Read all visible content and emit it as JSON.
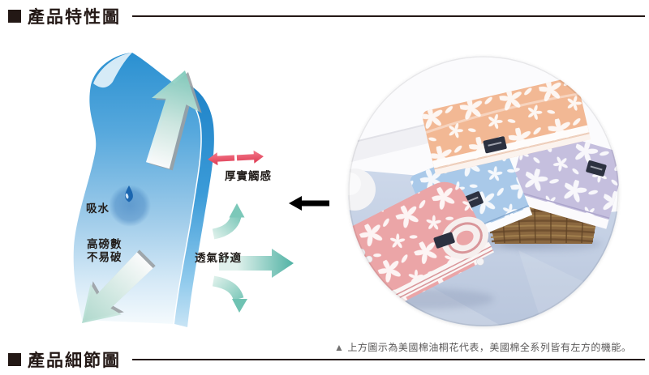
{
  "headers": {
    "features": "產品特性圖",
    "details": "產品細節圖"
  },
  "diagram": {
    "labels": {
      "thick_touch": "厚實觸感",
      "absorb": "吸水",
      "durable_line1": "高磅數",
      "durable_line2": "不易破",
      "breathable": "透氣舒適"
    },
    "colors": {
      "fabric_blue_top": "#2a90d1",
      "fabric_blue_light": "#d7eaf7",
      "fold_blue": "#1f83c8",
      "teal_arrow": "#56b5a7",
      "teal_arrow_light": "#ddf0ea",
      "red_arrow": "#e0435c",
      "droplet_blue": "#1b66b0",
      "pointer_black": "#000000",
      "edge_gray": "#9aa0a3"
    }
  },
  "photo": {
    "caption_marker": "▲",
    "caption_text": "上方圖示為美國棉油桐花代表，美國棉全系列皆有左方的機能。",
    "colors": {
      "table_blue": "#c3cfe2",
      "wall_white": "#fbfbfd",
      "towel_peach": "#f2b894",
      "towel_blue": "#a9c9e9",
      "towel_lavender": "#c5bfde",
      "towel_pink": "#eba5a7",
      "basket_brown": "#8a673f",
      "tag_navy": "#2c3140"
    }
  }
}
